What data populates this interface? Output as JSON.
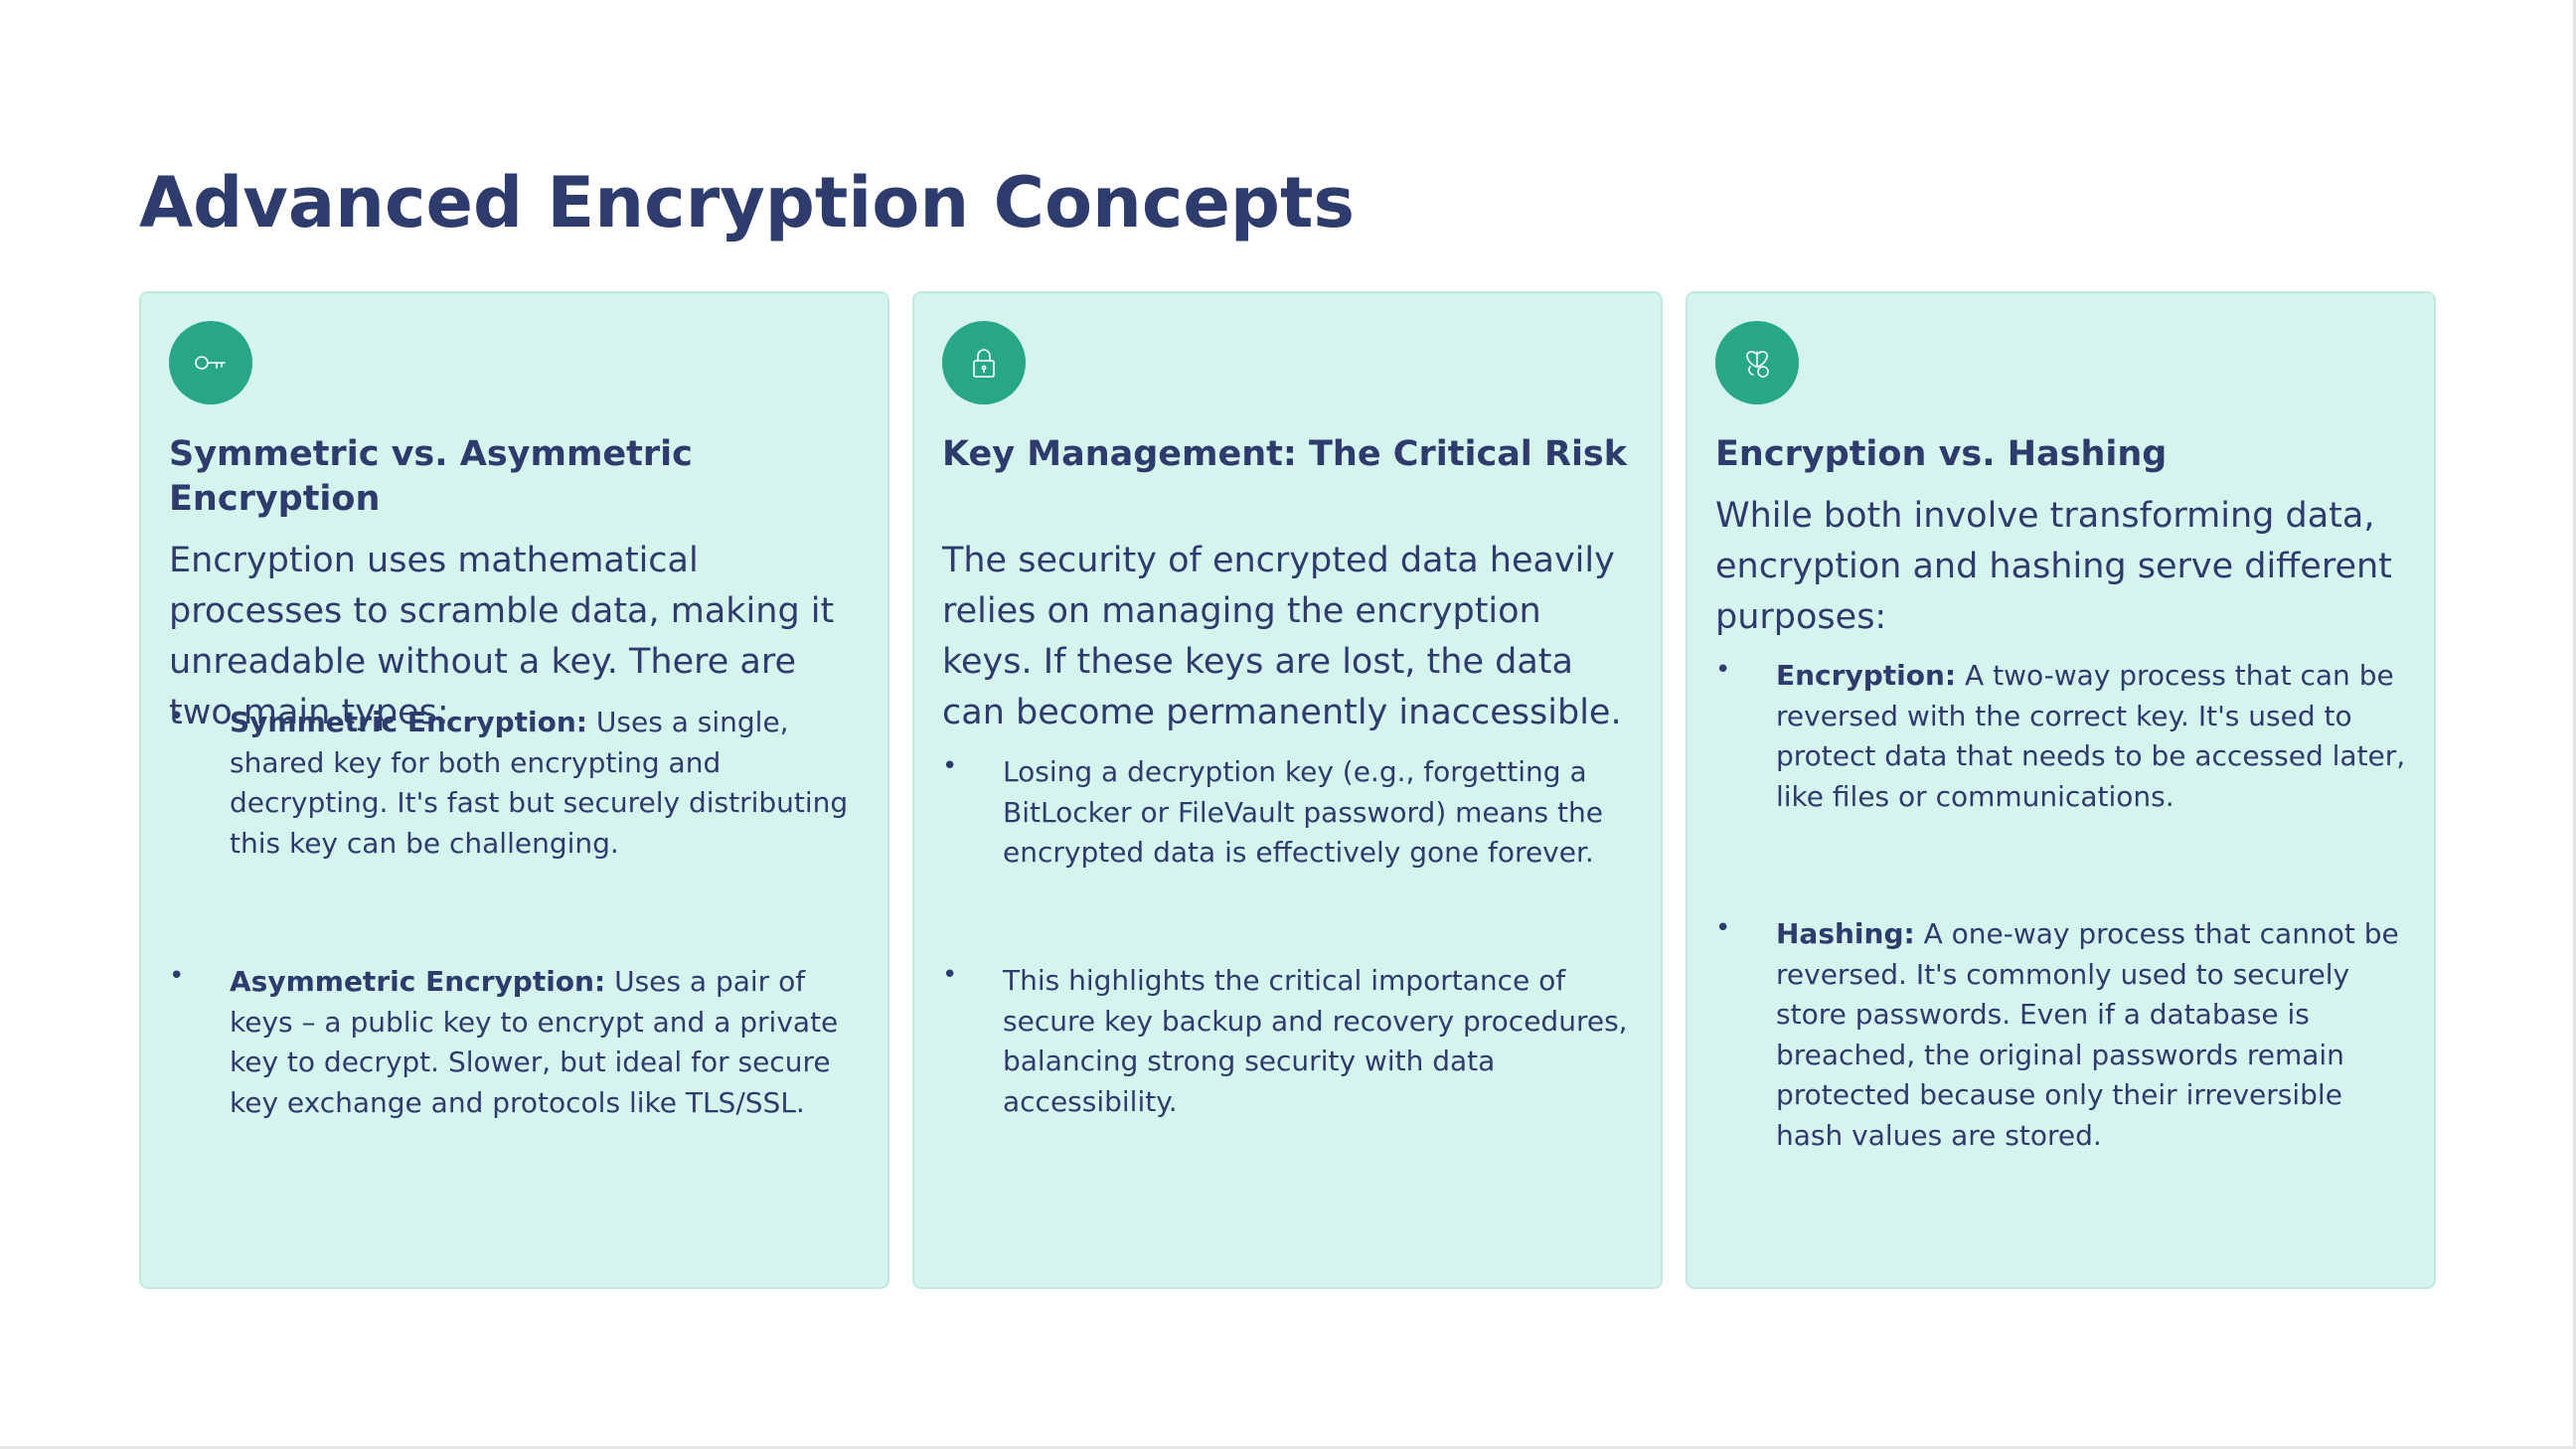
{
  "title": "Advanced Encryption Concepts",
  "colors": {
    "title": "#2e3c6d",
    "card_background": "#d6f4ee",
    "icon_circle": "#27a688"
  },
  "cards": [
    {
      "icon": "key-icon",
      "title": "Symmetric vs. Asymmetric Encryption",
      "intro": "Encryption uses mathematical processes to scramble data, making it unreadable without a key. There are two main types:",
      "bullets": [
        {
          "label": "Symmetric Encryption:",
          "text": "Uses a single, shared key for both encrypting and decrypting. It's fast but securely distributing this key can be challenging."
        },
        {
          "label": "Asymmetric Encryption:",
          "text": "Uses a pair of keys – a public key to encrypt and a private key to decrypt. Slower, but ideal for secure key exchange and protocols like TLS/SSL."
        }
      ]
    },
    {
      "icon": "lock-icon",
      "title": "Key Management: The Critical Risk",
      "intro": "The security of encrypted data heavily relies on managing the encryption keys. If these keys are lost, the data can become permanently inaccessible.",
      "bullets": [
        {
          "text": "Losing a decryption key (e.g., forgetting a BitLocker or FileVault password) means the encrypted data is effectively gone forever."
        },
        {
          "text": "This highlights the critical importance of secure key backup and recovery procedures, balancing strong security with data accessibility."
        }
      ]
    },
    {
      "icon": "fingerprint-icon",
      "title": "Encryption vs. Hashing",
      "intro": "While both involve transforming data, encryption and hashing serve different purposes:",
      "bullets": [
        {
          "label": "Encryption:",
          "text": "A two-way process that can be reversed with the correct key. It's used to protect data that needs to be accessed later, like files or communications."
        },
        {
          "label": "Hashing:",
          "text": "A one-way process that cannot be reversed. It's commonly used to securely store passwords. Even if a database is breached, the original passwords remain protected because only their irreversible hash values are stored."
        }
      ]
    }
  ]
}
